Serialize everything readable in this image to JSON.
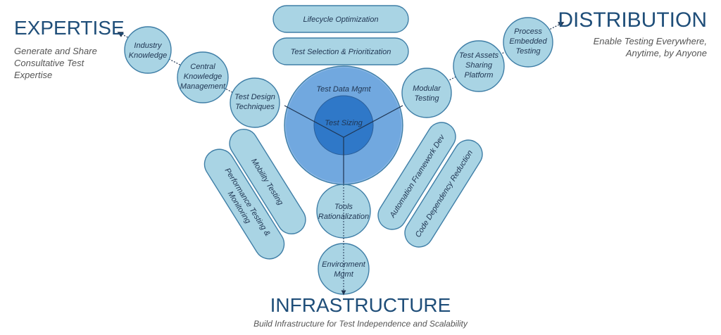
{
  "headings": {
    "expertise": {
      "title": "EXPERTISE",
      "subtitle": [
        "Generate and Share",
        "Consultative Test",
        "Expertise"
      ]
    },
    "distribution": {
      "title": "DISTRIBUTION",
      "subtitle": [
        "Enable Testing Everywhere,",
        "Anytime, by Anyone"
      ]
    },
    "infrastructure": {
      "title": "INFRASTRUCTURE",
      "subtitle": [
        "Build Infrastructure for Test Independence and Scalability"
      ]
    }
  },
  "center": {
    "outer": "Test Data Mgmt",
    "inner": "Test Sizing"
  },
  "top_pills": [
    {
      "key": "lifecycle",
      "label": "Lifecycle Optimization"
    },
    {
      "key": "test-selection",
      "label": "Test Selection & Prioritization"
    }
  ],
  "expertise_nodes": [
    {
      "key": "industry-knowledge",
      "lines": [
        "Industry",
        "Knowledge"
      ]
    },
    {
      "key": "central-knowledge",
      "lines": [
        "Central",
        "Knowledge",
        "Management"
      ]
    },
    {
      "key": "test-design",
      "lines": [
        "Test Design",
        "Techniques"
      ]
    }
  ],
  "distribution_nodes": [
    {
      "key": "modular-testing",
      "lines": [
        "Modular",
        "Testing"
      ]
    },
    {
      "key": "test-assets",
      "lines": [
        "Test Assets",
        "Sharing",
        "Platform"
      ]
    },
    {
      "key": "process-embedded",
      "lines": [
        "Process",
        "Embedded",
        "Testing"
      ]
    }
  ],
  "infrastructure_nodes": [
    {
      "key": "tools-rationalization",
      "lines": [
        "Tools",
        "Rationalization"
      ]
    },
    {
      "key": "environment-mgmt",
      "lines": [
        "Environment",
        "Mgmt"
      ]
    }
  ],
  "diagonal_pills": [
    {
      "key": "mobility-testing",
      "lines": [
        "Mobility Testing"
      ]
    },
    {
      "key": "performance-testing",
      "lines": [
        "Performance Testing &",
        "Monitoring"
      ]
    },
    {
      "key": "automation-framework",
      "lines": [
        "Automation Framework Dev"
      ]
    },
    {
      "key": "code-dependency",
      "lines": [
        "Code Dependency Reduction"
      ]
    }
  ],
  "colors": {
    "node_fill": "#a9d4e4",
    "node_stroke": "#3f7ea6",
    "outer_circle": "#8cb8e6",
    "middle_circle": "#5b9bd8",
    "inner_circle": "#2f78c8",
    "heading": "#1f4e79",
    "connector": "#1f3552"
  }
}
